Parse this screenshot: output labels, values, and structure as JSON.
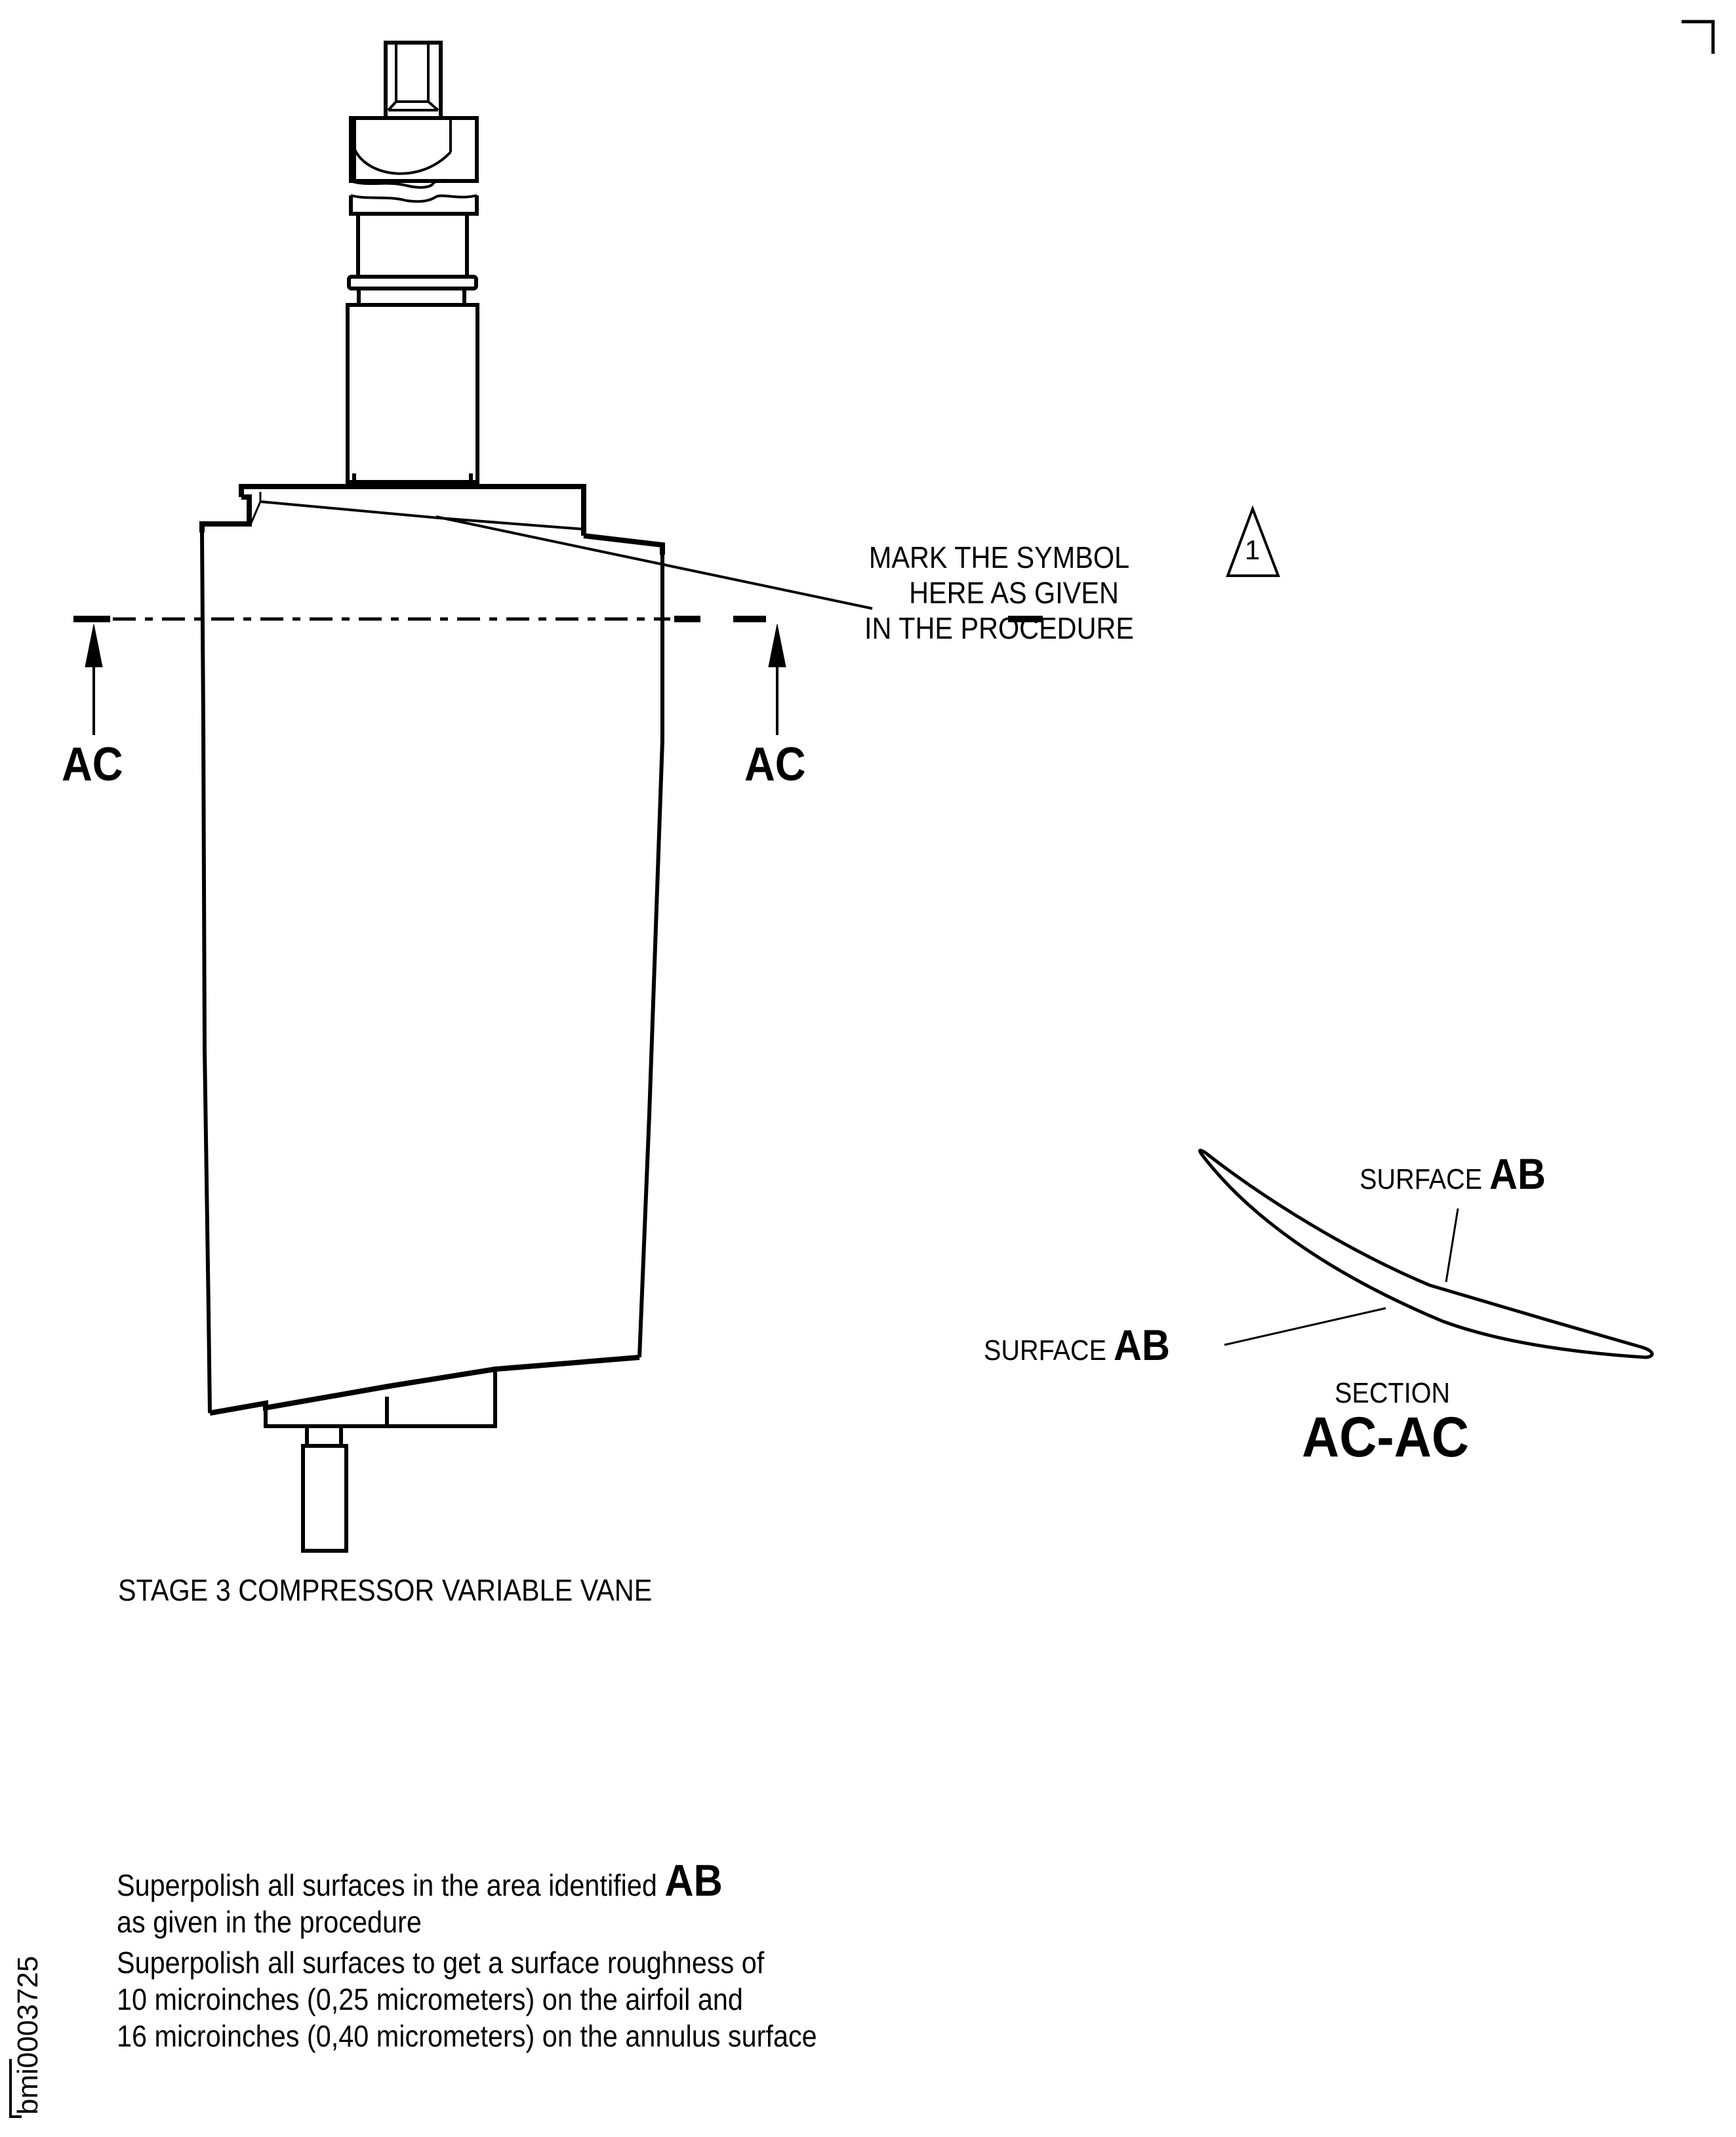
{
  "figure": {
    "id": "bmi0003725",
    "title": "STAGE 3 COMPRESSOR VARIABLE VANE"
  },
  "callout": {
    "lines": [
      "MARK THE SYMBOL",
      "HERE AS GIVEN",
      "IN THE PROCEDURE"
    ],
    "symbol_number": "1",
    "symbol_shape": "triangle-icon"
  },
  "section_markers": {
    "left_label": "AC",
    "right_label": "AC"
  },
  "section_view": {
    "surface_upper": {
      "prefix": "SURFACE",
      "code": "AB"
    },
    "surface_lower": {
      "prefix": "SURFACE",
      "code": "AB"
    },
    "label_small": "SECTION",
    "label_big": "AC-AC"
  },
  "notes": {
    "note1_line1_prefix": "Superpolish all surfaces in the area identified",
    "note1_line1_code": "AB",
    "note1_line2": "as given in the procedure",
    "note2_line1": "Superpolish all surfaces to get a surface roughness of",
    "note2_line2": "10 microinches (0,25 micrometers) on the airfoil and",
    "note2_line3": "16 microinches (0,40 micrometers) on the annulus surface"
  },
  "colors": {
    "ink": "#000000",
    "paper": "#ffffff"
  }
}
